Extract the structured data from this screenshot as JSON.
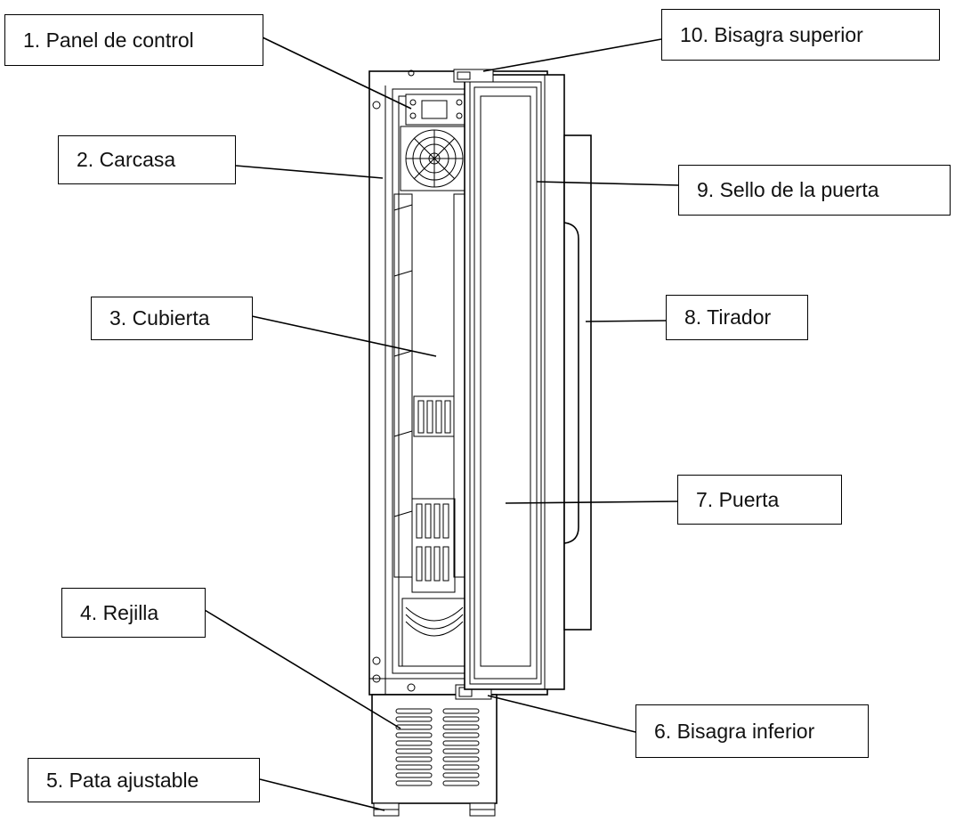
{
  "labels": {
    "panel_control": "1. Panel de control",
    "carcasa": "2. Carcasa",
    "cubierta": "3. Cubierta",
    "rejilla": "4. Rejilla",
    "pata_ajustable": "5. Pata ajustable",
    "bisagra_inferior": "6. Bisagra inferior",
    "puerta": "7. Puerta",
    "tirador": "8. Tirador",
    "sello_puerta": "9. Sello de la puerta",
    "bisagra_superior": "10. Bisagra superior"
  }
}
